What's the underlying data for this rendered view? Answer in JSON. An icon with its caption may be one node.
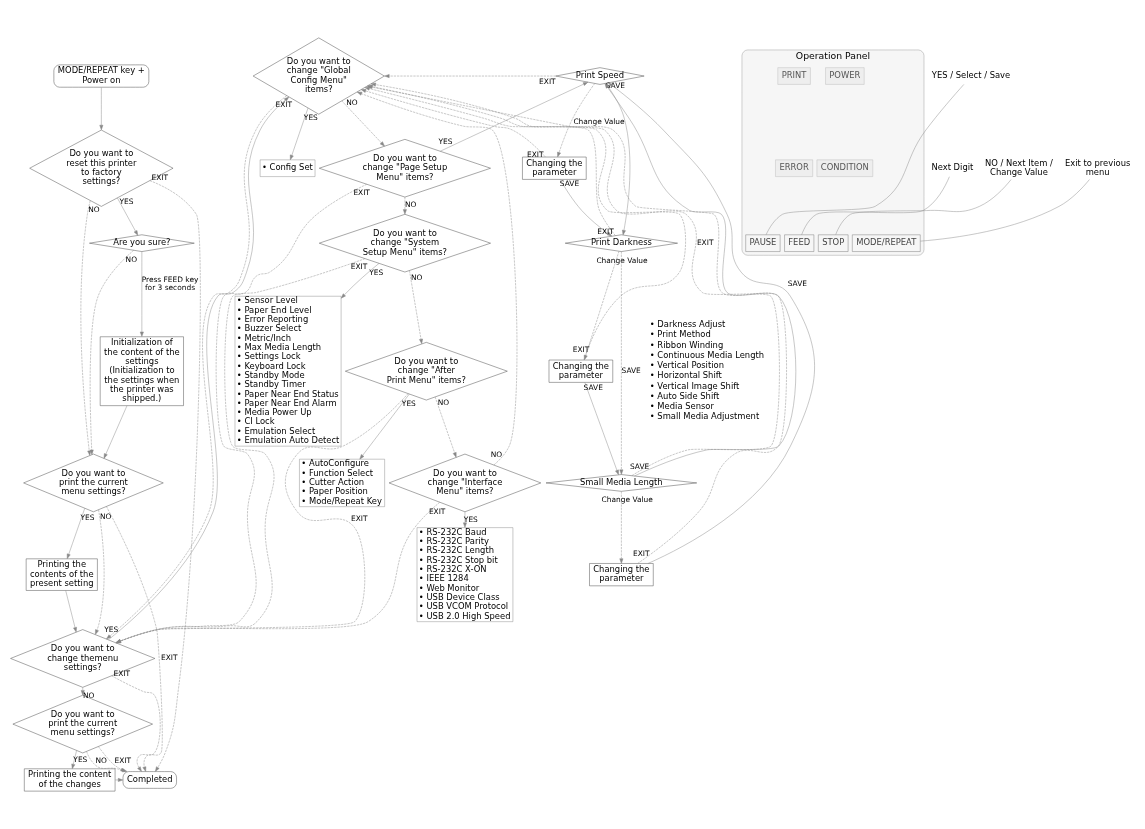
{
  "diagram": {
    "nodes": [
      {
        "text": [
          "MODE/REPEAT key + Power on"
        ]
      },
      {
        "text": [
          "Do you want to reset this printer to factory settings?"
        ]
      },
      {
        "text": [
          "Are you sure?"
        ]
      },
      {
        "text": [
          "Initialization of the content of the settings (Initialization to the settings when the printer was shipped.)"
        ]
      },
      {
        "text": [
          "Do you want to print the current menu settings?"
        ]
      },
      {
        "text": [
          "Printing the contents of the present setting"
        ]
      },
      {
        "text": [
          "Do you want to change themenu settings?"
        ]
      },
      {
        "text": [
          "Do you want to print the current menu settings?"
        ]
      },
      {
        "text": [
          "Printing the content of the changes"
        ]
      },
      {
        "text": [
          "Completed"
        ]
      },
      {
        "text": [
          "Do you want to change \"Global Config Menu\" items?"
        ]
      },
      {
        "text": [
          "• Config Set"
        ]
      },
      {
        "text": [
          "Do you want to change \"Page Setup Menu\" items?"
        ]
      },
      {
        "text": [
          "Do you want to change \"System Setup Menu\" items?"
        ]
      },
      {
        "text": [
          "• Sensor Level",
          "• Paper End Level",
          "• Error Reporting",
          "• Buzzer Select",
          "• Metric/Inch",
          "• Max Media Length",
          "• Settings Lock",
          "• Keyboard Lock",
          "• Standby Mode",
          "• Standby Timer",
          "• Paper Near End Status",
          "• Paper Near End Alarm",
          "• Media Power Up",
          "• CI Lock",
          "• Emulation Select",
          "• Emulation Auto Detect"
        ]
      },
      {
        "text": [
          "Do you want to change \"After Print Menu\" items?"
        ]
      },
      {
        "text": [
          "• AutoConfigure",
          "• Function Select",
          "• Cutter Action",
          "• Paper Position",
          "• Mode/Repeat Key"
        ]
      },
      {
        "text": [
          "Do you want to change \"Interface Menu\" items?"
        ]
      },
      {
        "text": [
          "• RS-232C Baud",
          "• RS-232C Parity",
          "• RS-232C Length",
          "• RS-232C Stop bit",
          "• RS-232C X-ON",
          "• IEEE 1284",
          "• Web Monitor",
          "• USB Device Class",
          "• USB VCOM Protocol",
          "• USB 2.0 High Speed"
        ]
      },
      {
        "text": [
          "Print Speed"
        ]
      },
      {
        "text": [
          "Changing the parameter"
        ]
      },
      {
        "text": [
          "Print Darkness"
        ]
      },
      {
        "text": [
          "Changing the parameter"
        ]
      },
      {
        "text": [
          "Small Media Length"
        ]
      },
      {
        "text": [
          "Changing the parameter"
        ]
      },
      {
        "text": [
          "Operation Panel"
        ]
      },
      {
        "text": [
          "POWER"
        ],
        "in": 25
      },
      {
        "text": [
          "PRINT"
        ],
        "in": 25
      },
      {
        "text": [
          "CONDITION"
        ],
        "in": 25
      },
      {
        "text": [
          "ERROR"
        ],
        "in": 25
      },
      {
        "text": [
          "PAUSE"
        ],
        "in": 25
      },
      {
        "text": [
          "FEED"
        ],
        "in": 25
      },
      {
        "text": [
          "STOP"
        ],
        "in": 25
      },
      {
        "text": [
          "MODE/REPEAT"
        ],
        "in": 25
      },
      {
        "text": [
          "YES / Select / Save"
        ]
      },
      {
        "text": [
          "NO / Next Item / Change Value"
        ]
      },
      {
        "text": [
          "Next Digit"
        ]
      },
      {
        "text": [
          "Exit to previous menu"
        ]
      }
    ],
    "edges": [
      {
        "from": 0,
        "to": 1,
        "arrow": "to"
      },
      {
        "from": 1,
        "to": 2,
        "arrow": "to",
        "label": "YES"
      },
      {
        "from": 1,
        "to": 4,
        "arrow": "to",
        "label": "NO",
        "style": "dashed"
      },
      {
        "from": 2,
        "to": 4,
        "arrow": "to",
        "label": "NO",
        "style": "dashed"
      },
      {
        "from": 2,
        "to": 3,
        "arrow": "to",
        "label": "Press FEED key for 3 seconds"
      },
      {
        "from": 3,
        "to": 4,
        "arrow": "to"
      },
      {
        "from": 1,
        "to": 9,
        "arrow": "to",
        "label": "EXIT",
        "style": "dashed"
      },
      {
        "from": 4,
        "to": 5,
        "arrow": "to",
        "label": "YES"
      },
      {
        "from": 4,
        "to": 6,
        "arrow": "to",
        "label": "NO",
        "style": "dashed"
      },
      {
        "from": 5,
        "to": 6,
        "arrow": "to"
      },
      {
        "from": 4,
        "to": 9,
        "arrow": "to",
        "label": "EXIT",
        "style": "dashed"
      },
      {
        "from": 6,
        "to": 10,
        "arrow": "to",
        "label": "YES"
      },
      {
        "from": 6,
        "to": 7,
        "arrow": "to",
        "label": "NO",
        "style": "dashed"
      },
      {
        "from": 6,
        "to": 9,
        "arrow": "to",
        "label": "EXIT",
        "style": "dashed"
      },
      {
        "from": 7,
        "to": 8,
        "arrow": "to",
        "label": "YES"
      },
      {
        "from": 7,
        "to": 9,
        "arrow": "to",
        "label": "NO",
        "style": "dashed"
      },
      {
        "from": 8,
        "to": 9,
        "arrow": "to"
      },
      {
        "from": 7,
        "to": 9,
        "arrow": "to",
        "label": "EXIT",
        "style": "dashed"
      },
      {
        "from": 10,
        "to": 11,
        "arrow": "to",
        "label": "YES"
      },
      {
        "from": 10,
        "to": 12,
        "arrow": "to",
        "label": "NO",
        "style": "dashed"
      },
      {
        "from": 10,
        "to": 6,
        "arrow": "to",
        "label": "EXIT",
        "style": "dashed"
      },
      {
        "from": 12,
        "to": 19,
        "arrow": "to",
        "label": "YES"
      },
      {
        "from": 12,
        "to": 13,
        "arrow": "to",
        "label": "NO",
        "style": "dashed"
      },
      {
        "from": 12,
        "to": 6,
        "arrow": "to",
        "label": "EXIT",
        "style": "dashed"
      },
      {
        "from": 13,
        "to": 14,
        "arrow": "to",
        "label": "YES"
      },
      {
        "from": 13,
        "to": 15,
        "arrow": "to",
        "label": "NO",
        "style": "dashed"
      },
      {
        "from": 13,
        "to": 6,
        "arrow": "to",
        "label": "EXIT",
        "style": "dashed"
      },
      {
        "from": 15,
        "to": 16,
        "arrow": "to",
        "label": "YES"
      },
      {
        "from": 15,
        "to": 17,
        "arrow": "to",
        "label": "NO",
        "style": "dashed"
      },
      {
        "from": 15,
        "to": 6,
        "arrow": "to",
        "label": "EXIT",
        "style": "dashed"
      },
      {
        "from": 17,
        "to": 18,
        "arrow": "to",
        "label": "YES"
      },
      {
        "from": 17,
        "to": 10,
        "arrow": "to",
        "label": "NO",
        "style": "dashed"
      },
      {
        "from": 17,
        "to": 6,
        "arrow": "to",
        "label": "EXIT",
        "style": "dashed"
      },
      {
        "from": 19,
        "to": 20,
        "arrow": "to",
        "label": "Change Value",
        "style": "dashed"
      },
      {
        "from": 19,
        "to": 21,
        "arrow": "to",
        "label": "SAVE"
      },
      {
        "from": 20,
        "to": 21,
        "arrow": "to",
        "label": "SAVE"
      },
      {
        "from": 19,
        "to": 10,
        "arrow": "to",
        "label": "EXIT",
        "style": "dashed"
      },
      {
        "from": 20,
        "to": 10,
        "arrow": "to",
        "label": "EXIT",
        "style": "dashed"
      },
      {
        "from": 21,
        "to": 22,
        "arrow": "to",
        "label": "Change Value",
        "style": "dashed"
      },
      {
        "from": 21,
        "to": 23,
        "arrow": "to",
        "label": "SAVE",
        "style": "dashed"
      },
      {
        "from": 22,
        "to": 23,
        "arrow": "to",
        "label": "SAVE"
      },
      {
        "from": 21,
        "to": 10,
        "arrow": "to",
        "label": "EXIT",
        "style": "dashed"
      },
      {
        "from": 22,
        "to": 10,
        "arrow": "to",
        "label": "EXIT",
        "style": "dashed"
      },
      {
        "from": 23,
        "to": 24,
        "arrow": "to",
        "label": "Change Value",
        "style": "dashed"
      },
      {
        "from": 23,
        "to": 19,
        "arrow": "to",
        "label": "SAVE"
      },
      {
        "from": 24,
        "to": 19,
        "arrow": "to",
        "label": "SAVE"
      },
      {
        "from": 23,
        "to": 10,
        "arrow": "to",
        "label": "EXIT",
        "style": "dashed"
      },
      {
        "from": 24,
        "to": 10,
        "arrow": "to",
        "label": "EXIT",
        "style": "dashed"
      },
      {
        "from": 34,
        "to": 30,
        "arrow": "none"
      },
      {
        "from": 35,
        "to": 32,
        "arrow": "none"
      },
      {
        "from": 36,
        "to": 31,
        "arrow": "none"
      },
      {
        "from": 37,
        "to": 33,
        "arrow": "none"
      }
    ],
    "labels": [
      "• Darkness Adjust",
      "• Print Method",
      "• Ribbon Winding",
      "• Continuous Media Length",
      "• Vertical Position",
      "• Horizontal Shift",
      "• Vertical Image Shift",
      "• Auto Side Shift",
      "• Media Sensor",
      "• Small Media Adjustment"
    ]
  }
}
